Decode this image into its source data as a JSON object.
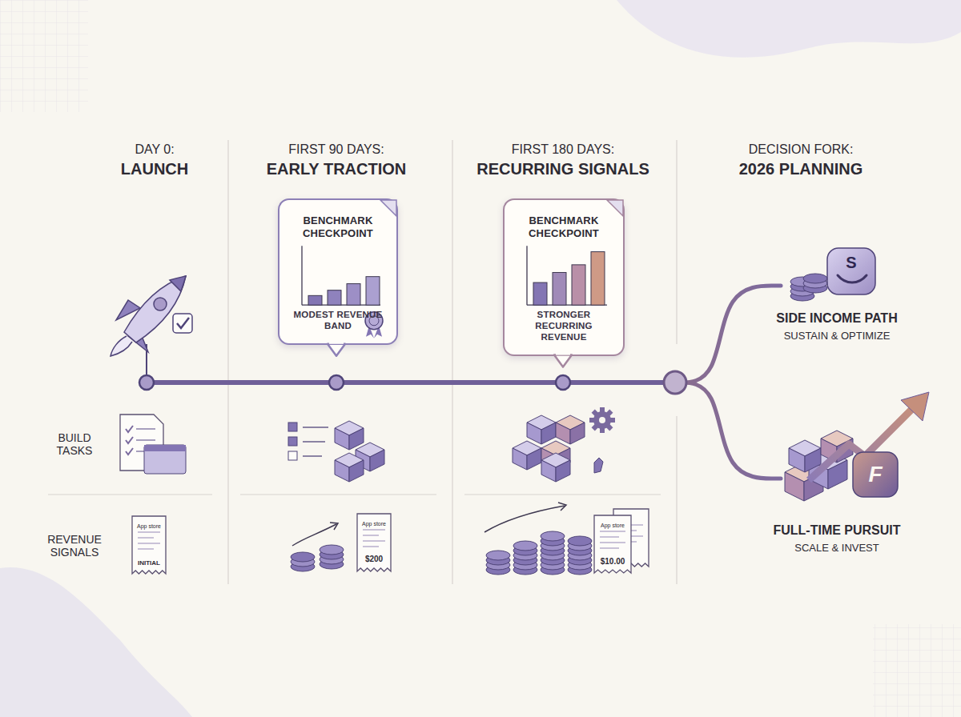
{
  "diagram": {
    "nodes": [
      {
        "text": [
          "BENCHMARK CHECKPOINT",
          "MODEST REVENUE BAND"
        ]
      },
      {
        "text": [
          "BENCHMARK CHECKPOINT",
          "STRONGER RECURRING REVENUE"
        ]
      },
      {
        "text": [
          "SIDE INCOME PATH",
          "SUSTAIN & OPTIMIZE"
        ]
      },
      {
        "text": [
          "FULL-TIME PURSUIT",
          "SCALE & INVEST"
        ]
      }
    ],
    "labels": [
      "DAY 0:",
      "LAUNCH",
      "FIRST 90 DAYS:",
      "EARLY TRACTION",
      "FIRST 180 DAYS:",
      "RECURRING SIGNALS",
      "DECISION FORK:",
      "2026 PLANNING",
      "BUILD TASKS",
      "REVENUE SIGNALS",
      "App store",
      "INITIAL",
      "App store",
      "$200",
      "App store",
      "$10.00",
      "S",
      "F"
    ]
  }
}
